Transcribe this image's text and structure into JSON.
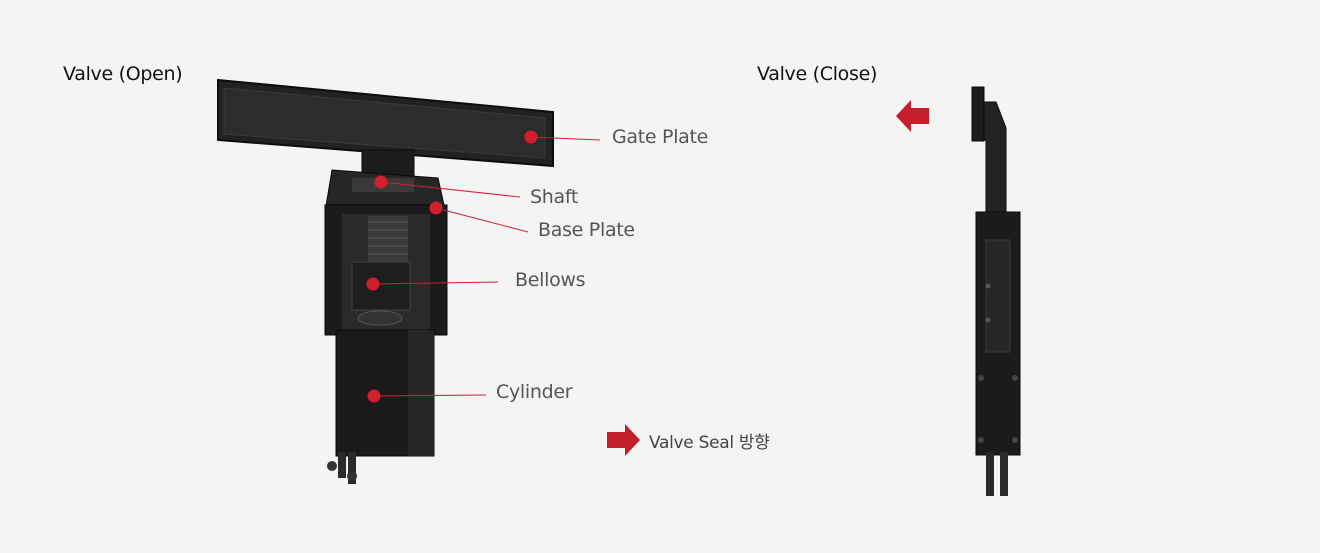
{
  "open_title": "Valve (Open)",
  "close_title": "Valve (Close)",
  "callouts": [
    {
      "key": "gate-plate",
      "label": "Gate Plate"
    },
    {
      "key": "shaft",
      "label": "Shaft"
    },
    {
      "key": "base-plate",
      "label": "Base Plate"
    },
    {
      "key": "bellows",
      "label": "Bellows"
    },
    {
      "key": "cylinder",
      "label": "Cylinder"
    }
  ],
  "legend": {
    "label": "Valve Seal 방향",
    "icon": "right-arrow-icon"
  },
  "close_arrow_icon": "left-arrow-icon",
  "colors": {
    "marker": "#d0202e",
    "arrow": "#c41e2a",
    "body": "#1e1e1e"
  }
}
